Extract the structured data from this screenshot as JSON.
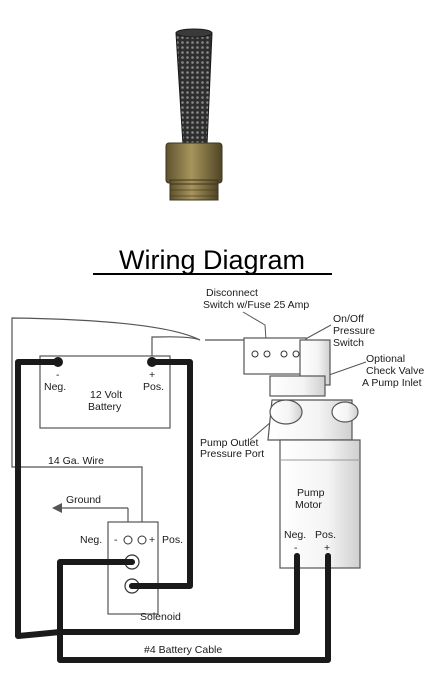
{
  "title": "Wiring Diagram",
  "labels": {
    "disconnect_line1": "Disconnect",
    "disconnect_line2": "Switch w/Fuse 25 Amp",
    "pressure_switch_line1": "On/Off",
    "pressure_switch_line2": "Pressure",
    "pressure_switch_line3": "Switch",
    "check_valve_line1": "Optional",
    "check_valve_line2": "Check Valve",
    "check_valve_line3": "A Pump Inlet",
    "battery_neg": "Neg.",
    "battery_neg_symbol": "-",
    "battery_pos": "Pos.",
    "battery_pos_symbol": "+",
    "battery_line1": "12 Volt",
    "battery_line2": "Battery",
    "pump_outlet_line1": "Pump Outlet",
    "pump_outlet_line2": "Pressure Port",
    "wire_14ga": "14 Ga. Wire",
    "ground": "Ground",
    "solenoid_neg": "Neg.",
    "solenoid_pos": "Pos.",
    "solenoid_neg_symbol": "-",
    "solenoid_pos_symbol": "+",
    "pump_motor_line1": "Pump",
    "pump_motor_line2": "Motor",
    "motor_neg": "Neg.",
    "motor_pos": "Pos.",
    "motor_neg_symbol": "-",
    "motor_pos_symbol": "+",
    "solenoid": "Solenoid",
    "battery_cable": "#4 Battery Cable"
  },
  "colors": {
    "cable": "#1a1a1a",
    "wire": "#555555",
    "strainer_mesh": "#2b2b2b",
    "strainer_brass": "#8c7a48"
  }
}
